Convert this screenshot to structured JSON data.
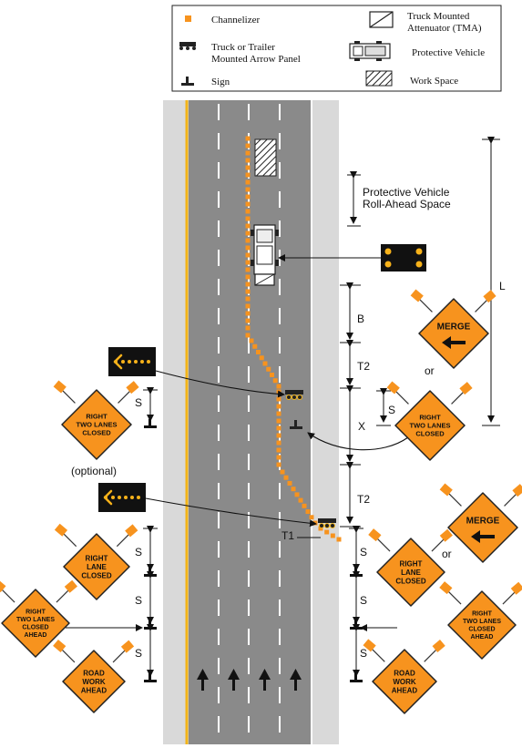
{
  "legend": {
    "channelizer": "Channelizer",
    "arrow_panel_line1": "Truck or Trailer",
    "arrow_panel_line2": "Mounted Arrow Panel",
    "sign": "Sign",
    "tma_line1": "Truck Mounted",
    "tma_line2": "Attenuator (TMA)",
    "protective_vehicle": "Protective Vehicle",
    "work_space": "Work Space"
  },
  "labels": {
    "roll_ahead_line1": "Protective Vehicle",
    "roll_ahead_line2": "Roll-Ahead Space",
    "L": "L",
    "B": "B",
    "T2_upper": "T2",
    "T2_lower": "T2",
    "X": "X",
    "S_inner": "S",
    "T1": "T1",
    "optional": "(optional)",
    "or_upper": "or",
    "or_lower": "or",
    "S_left_top": "S",
    "S_left_1": "S",
    "S_left_2": "S",
    "S_left_3": "S",
    "S_right_1": "S",
    "S_right_2": "S",
    "S_right_3": "S"
  },
  "signs": {
    "merge_upper": [
      "MERGE"
    ],
    "right_two_lanes_closed_mid": [
      "RIGHT",
      "TWO LANES",
      "CLOSED"
    ],
    "right_two_lanes_closed_left": [
      "RIGHT",
      "TWO LANES",
      "CLOSED"
    ],
    "merge_lower": [
      "MERGE"
    ],
    "right_lane_closed_left": [
      "RIGHT",
      "LANE",
      "CLOSED"
    ],
    "right_lane_closed_right": [
      "RIGHT",
      "LANE",
      "CLOSED"
    ],
    "right_two_lanes_closed_ahead_left": [
      "RIGHT",
      "TWO LANES",
      "CLOSED",
      "AHEAD"
    ],
    "right_two_lanes_closed_ahead_right": [
      "RIGHT",
      "TWO LANES",
      "CLOSED",
      "AHEAD"
    ],
    "road_work_ahead_left": [
      "ROAD",
      "WORK",
      "AHEAD"
    ],
    "road_work_ahead_right": [
      "ROAD",
      "WORK",
      "AHEAD"
    ]
  },
  "colors": {
    "sign_orange": "#f7931e",
    "channelizer": "#f7931e",
    "road": "#8a8a8a",
    "shoulder": "#d9d9d9",
    "yellow_line": "#f2b418",
    "lane_line": "#ffffff"
  },
  "icons": [
    "left-arrow-icon",
    "merge-arrow-icon",
    "arrow-panel-icon",
    "flashing-lights-icon",
    "protective-vehicle-icon",
    "tma-icon",
    "work-space-icon",
    "sign-post-icon",
    "lane-arrow-icon"
  ]
}
